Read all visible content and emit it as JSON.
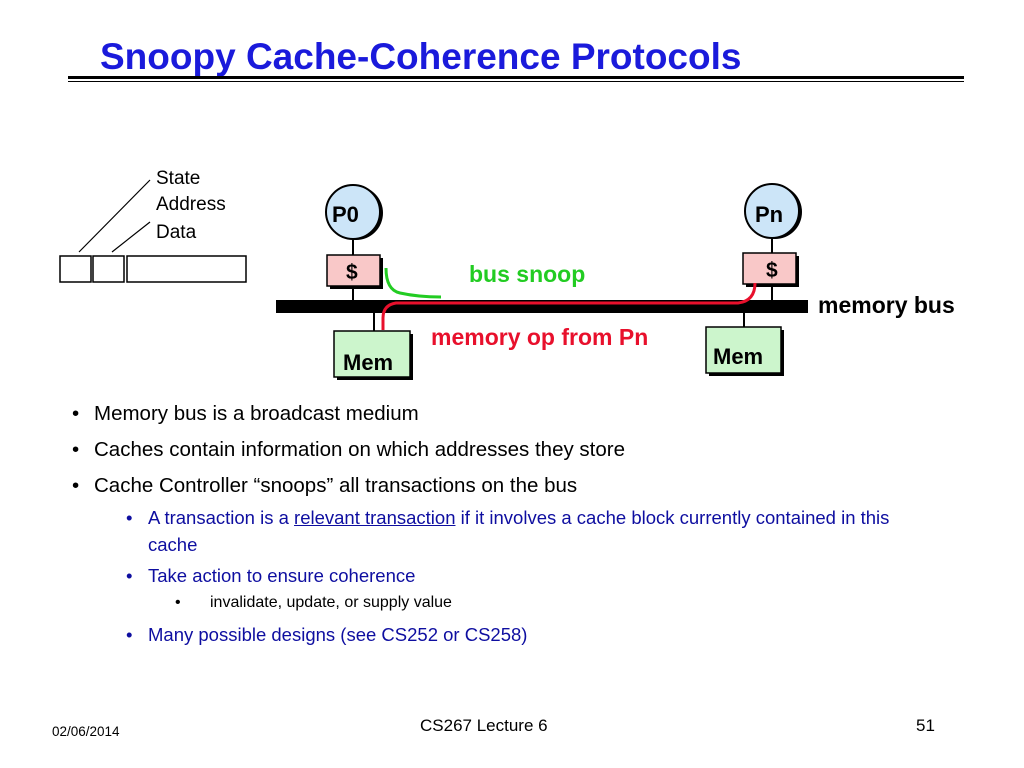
{
  "slide": {
    "title": "Snoopy Cache-Coherence Protocols"
  },
  "diagram": {
    "cache_line_labels": [
      "State",
      "Address",
      "Data"
    ],
    "processor_left": "P0",
    "processor_right": "Pn",
    "cache_left": "$",
    "cache_right": "$",
    "memory_left": "Mem",
    "memory_right": "Mem",
    "bus_snoop_label": "bus snoop",
    "memory_op_label": "memory op from Pn",
    "memory_bus_label": "memory bus",
    "colors": {
      "processor_fill": "#cce5f8",
      "cache_fill": "#f9c8c8",
      "memory_fill": "#ccf5cc",
      "snoop_green": "#22cc22",
      "memop_red": "#e8102c",
      "bus_black": "#000000"
    }
  },
  "bullets": {
    "b1": "Memory bus is a broadcast medium",
    "b2": "Caches contain information on which addresses they store",
    "b3_before": "Cache Controller ",
    "b3_quote": "“snoops”",
    "b3_after": " all transactions on the bus",
    "b3_1_before": "A transaction is a ",
    "b3_1_link": "relevant transaction",
    "b3_1_after": " if it involves a cache block currently contained in this cache",
    "b3_2": "Take action to ensure coherence",
    "b3_2_1": "invalidate, update, or supply value",
    "b3_3": "Many possible designs (see CS252 or CS258)"
  },
  "footer": {
    "date": "02/06/2014",
    "center": "CS267 Lecture 6",
    "page": "51"
  }
}
